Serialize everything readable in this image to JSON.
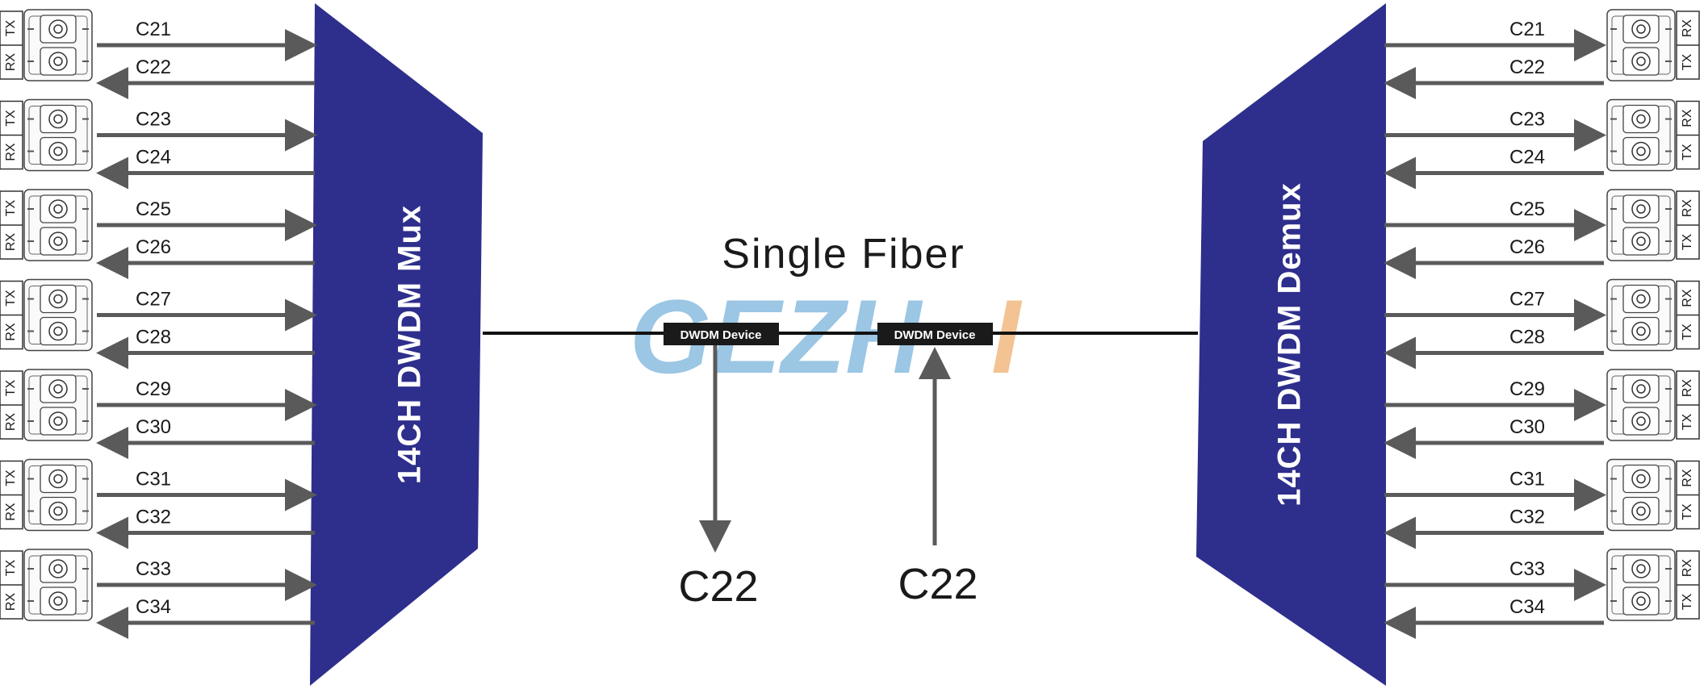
{
  "title": "Single Fiber",
  "mux_label": "14CH DWDM Mux",
  "demux_label": "14CH DWDM Demux",
  "watermark": {
    "main": "GEZH",
    "accent": "I"
  },
  "colors": {
    "unit_fill": "#2e2e8c",
    "arrow": "#5a5a5a",
    "fiber": "#111111",
    "device_fill": "#1a1a1a",
    "watermark_blue": "#7ab4dc",
    "watermark_orange": "#f0b070"
  },
  "port_labels": {
    "tx": "TX",
    "rx": "RX"
  },
  "channel_pairs": [
    [
      "C21",
      "C22"
    ],
    [
      "C23",
      "C24"
    ],
    [
      "C25",
      "C26"
    ],
    [
      "C27",
      "C28"
    ],
    [
      "C29",
      "C30"
    ],
    [
      "C31",
      "C32"
    ],
    [
      "C33",
      "C34"
    ]
  ],
  "devices": [
    {
      "label": "DWDM Device",
      "drop": "C22",
      "direction": "out"
    },
    {
      "label": "DWDM Device",
      "drop": "C22",
      "direction": "in"
    }
  ]
}
